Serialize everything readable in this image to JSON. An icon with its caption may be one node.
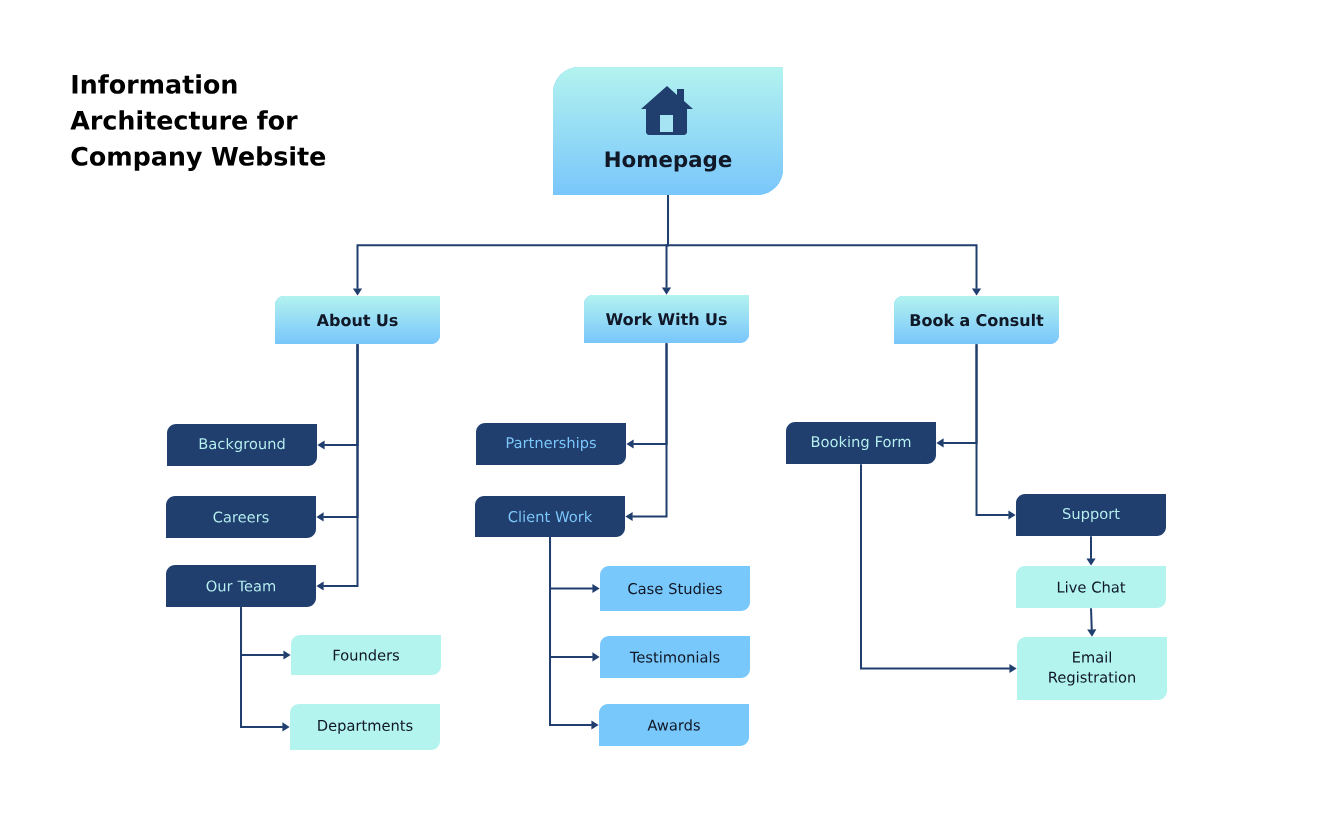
{
  "diagram": {
    "title": "Information Architecture for Company Website",
    "nodes": [
      {
        "text": [
          "Homepage"
        ]
      },
      {
        "text": [
          "About Us"
        ]
      },
      {
        "text": [
          "Work With Us"
        ]
      },
      {
        "text": [
          "Book a Consult"
        ]
      },
      {
        "text": [
          "Background"
        ]
      },
      {
        "text": [
          "Careers"
        ]
      },
      {
        "text": [
          "Our Team"
        ]
      },
      {
        "text": [
          "Founders"
        ]
      },
      {
        "text": [
          "Departments"
        ]
      },
      {
        "text": [
          "Partnerships"
        ]
      },
      {
        "text": [
          "Client Work"
        ]
      },
      {
        "text": [
          "Case Studies"
        ]
      },
      {
        "text": [
          "Testimonials"
        ]
      },
      {
        "text": [
          "Awards"
        ]
      },
      {
        "text": [
          "Booking Form"
        ]
      },
      {
        "text": [
          "Support"
        ]
      },
      {
        "text": [
          "Live Chat"
        ]
      },
      {
        "text": [
          "Email Registration"
        ]
      }
    ],
    "edges": [
      {
        "from": 0,
        "to": 1,
        "arrow": "to"
      },
      {
        "from": 0,
        "to": 2,
        "arrow": "to"
      },
      {
        "from": 0,
        "to": 3,
        "arrow": "to"
      },
      {
        "from": 1,
        "to": 4,
        "arrow": "to"
      },
      {
        "from": 1,
        "to": 5,
        "arrow": "to"
      },
      {
        "from": 1,
        "to": 6,
        "arrow": "to"
      },
      {
        "from": 6,
        "to": 7,
        "arrow": "to"
      },
      {
        "from": 6,
        "to": 8,
        "arrow": "to"
      },
      {
        "from": 2,
        "to": 9,
        "arrow": "to"
      },
      {
        "from": 2,
        "to": 10,
        "arrow": "to"
      },
      {
        "from": 10,
        "to": 11,
        "arrow": "to"
      },
      {
        "from": 10,
        "to": 12,
        "arrow": "to"
      },
      {
        "from": 10,
        "to": 13,
        "arrow": "to"
      },
      {
        "from": 3,
        "to": 14,
        "arrow": "to"
      },
      {
        "from": 3,
        "to": 15,
        "arrow": "to"
      },
      {
        "from": 15,
        "to": 16,
        "arrow": "to"
      },
      {
        "from": 16,
        "to": 17,
        "arrow": "to"
      },
      {
        "from": 14,
        "to": 17,
        "arrow": "to"
      }
    ]
  }
}
